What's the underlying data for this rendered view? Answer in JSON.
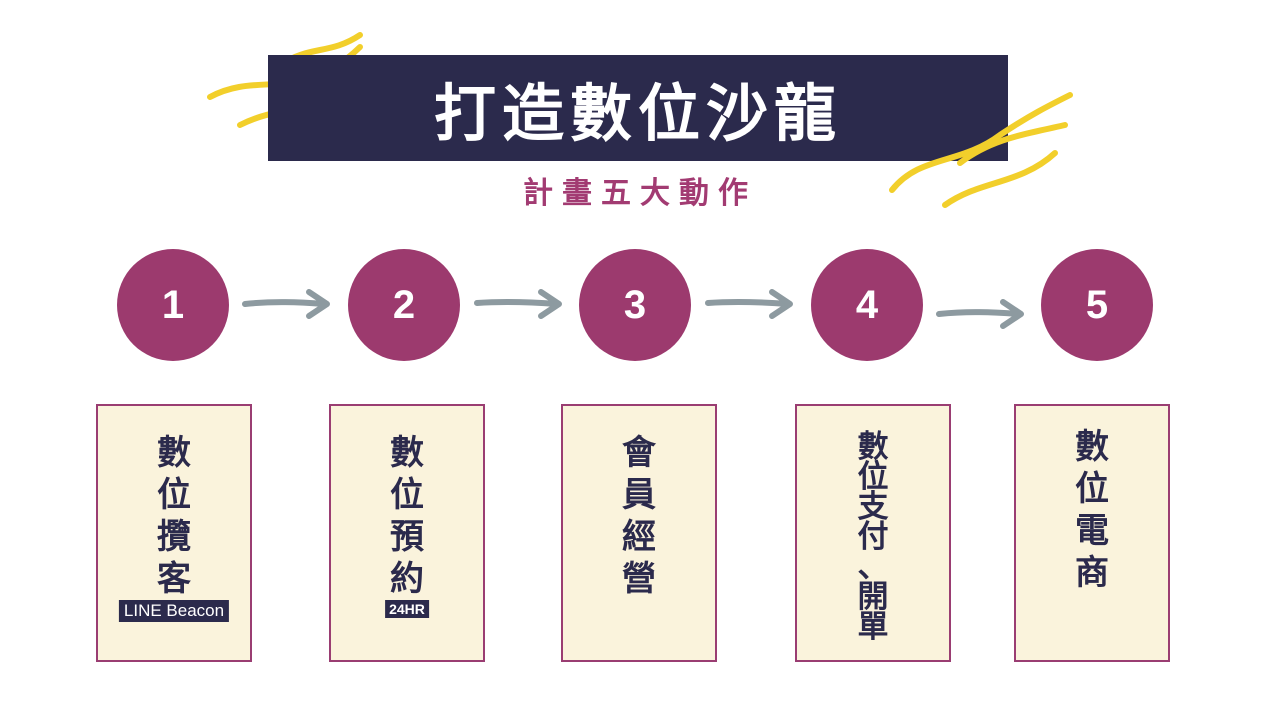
{
  "title": "打造數位沙龍",
  "subtitle": "計畫五大動作",
  "colors": {
    "navy": "#2b2a4c",
    "plum": "#9c3a6e",
    "card_fill": "#faf3dc",
    "accent_yellow": "#f2cf2b",
    "arrow_gray": "#8d9aa0"
  },
  "steps": [
    {
      "number": "1",
      "chars": [
        "數",
        "位",
        "攬",
        "客"
      ],
      "tag": "LINE Beacon"
    },
    {
      "number": "2",
      "chars": [
        "數",
        "位",
        "預",
        "約"
      ],
      "tag": "24HR"
    },
    {
      "number": "3",
      "chars": [
        "會",
        "員",
        "經",
        "營"
      ]
    },
    {
      "number": "4",
      "chars": [
        "數",
        "位",
        "支",
        "付",
        "、",
        "開",
        "單"
      ]
    },
    {
      "number": "5",
      "chars": [
        "數",
        "位",
        "電",
        "商"
      ]
    }
  ]
}
